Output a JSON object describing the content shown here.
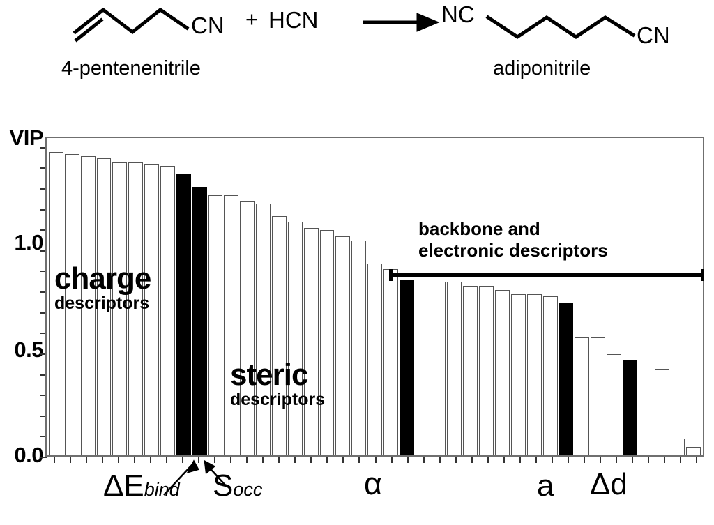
{
  "reaction": {
    "reactant_label": "4-pentenenitrile",
    "product_label": "adiponitrile",
    "reactant_group": "CN",
    "plus": "+",
    "coreactant": "HCN",
    "product_group_left": "NC",
    "product_group_right": "CN",
    "arrow": "reaction-arrow"
  },
  "chart_data": {
    "type": "bar",
    "title": "",
    "xlabel": "",
    "ylabel": "VIP",
    "ylim": [
      0.0,
      1.55
    ],
    "yticks": [
      0.0,
      0.5,
      1.0
    ],
    "ytick_labels": [
      "0.0",
      "0.5",
      "1.0"
    ],
    "axis_top_label": "VIP",
    "grid": false,
    "legend": "none",
    "colors": {
      "filled": "#000000",
      "hollow": "#ffffff",
      "edge": "#555555"
    },
    "bar_labels": [
      "",
      "",
      "",
      "",
      "",
      "",
      "",
      "",
      "ΔE_bind",
      "S_occ",
      "",
      "",
      "",
      "",
      "",
      "",
      "",
      "",
      "",
      "",
      "",
      "",
      "α",
      "",
      "",
      "",
      "",
      "",
      "",
      "",
      "",
      "",
      "a",
      "",
      "",
      "",
      "Δd",
      "",
      "",
      "",
      ""
    ],
    "values": [
      1.47,
      1.46,
      1.45,
      1.44,
      1.42,
      1.42,
      1.41,
      1.4,
      1.36,
      1.3,
      1.26,
      1.26,
      1.23,
      1.22,
      1.16,
      1.13,
      1.1,
      1.09,
      1.06,
      1.04,
      0.93,
      0.9,
      0.85,
      0.85,
      0.84,
      0.84,
      0.82,
      0.82,
      0.8,
      0.78,
      0.78,
      0.77,
      0.74,
      0.57,
      0.57,
      0.49,
      0.46,
      0.44,
      0.42,
      0.08,
      0.04
    ],
    "filled_indices": [
      8,
      9,
      22,
      32,
      36
    ],
    "annotations": [
      {
        "name": "charge-group",
        "line1": "charge",
        "line2": "descriptors"
      },
      {
        "name": "steric-group",
        "line1": "steric",
        "line2": "descriptors"
      },
      {
        "name": "backbone-group",
        "line1": "backbone and",
        "line2": "electronic descriptors"
      }
    ],
    "bracket": {
      "label": "backbone and electronic descriptors",
      "from_index": 22,
      "to_index": 40
    }
  },
  "axis": {
    "vip_label": "VIP",
    "tick_1_0": "1.0",
    "tick_0_5": "0.5",
    "tick_0_0": "0.0"
  },
  "xaxis_labels": {
    "delta_e_bind_main": "ΔE",
    "delta_e_bind_sub": "bind",
    "s_occ_main": "S",
    "s_occ_sub": "occ",
    "alpha": "α",
    "a": "a",
    "delta_d": "Δd"
  },
  "groups": {
    "charge_line1": "charge",
    "charge_line2": "descriptors",
    "steric_line1": "steric",
    "steric_line2": "descriptors",
    "backbone_line1": "backbone and",
    "backbone_line2": "electronic descriptors"
  }
}
